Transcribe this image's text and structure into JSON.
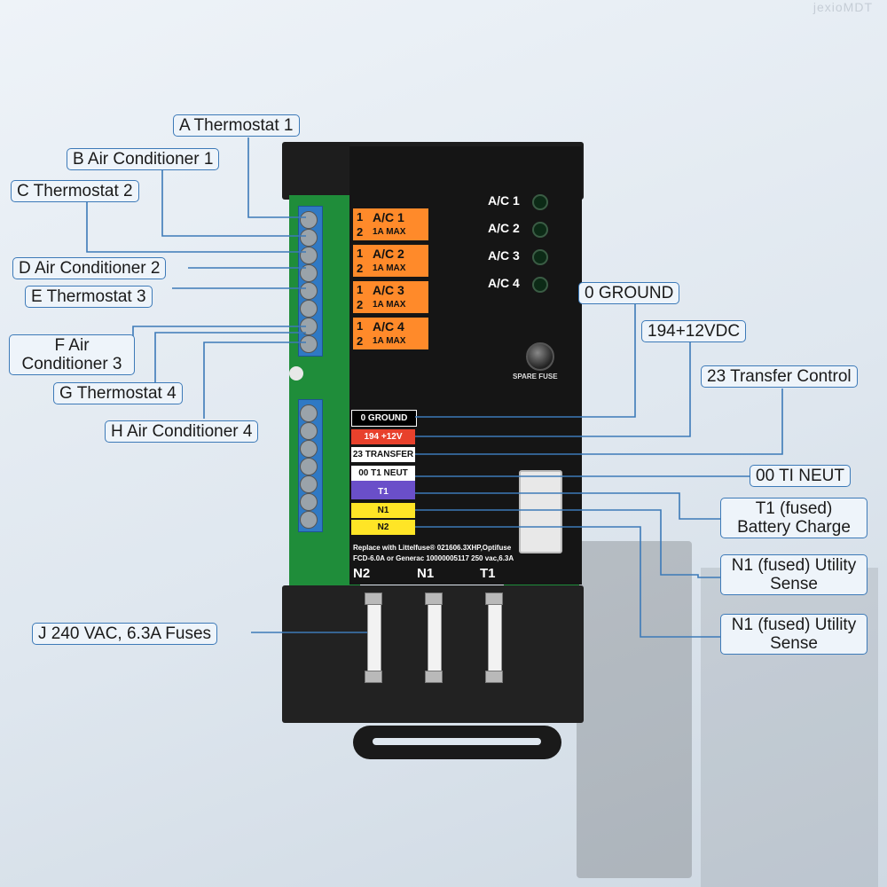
{
  "watermark": "jexioMDT",
  "callouts": {
    "a": "A Thermostat 1",
    "b": "B Air Conditioner 1",
    "c": "C Thermostat 2",
    "d": "D Air Conditioner 2",
    "e": "E Thermostat 3",
    "f": "F Air Conditioner 3",
    "g": "G Thermostat 4",
    "h": "H Air Conditioner 4",
    "j": "J 240 VAC, 6.3A Fuses",
    "ground": "0 GROUND",
    "vdc": "194+12VDC",
    "transfer": "23 Transfer Control",
    "neut": "00 TI NEUT",
    "t1": "T1 (fused) Battery Charge",
    "n1a": "N1 (fused) Utility Sense",
    "n1b": "N1 (fused) Utility Sense"
  },
  "slots": [
    {
      "n1": "1",
      "n2": "2",
      "label": "A/C 1",
      "max": "1A MAX"
    },
    {
      "n1": "1",
      "n2": "2",
      "label": "A/C 2",
      "max": "1A MAX"
    },
    {
      "n1": "1",
      "n2": "2",
      "label": "A/C 3",
      "max": "1A MAX"
    },
    {
      "n1": "1",
      "n2": "2",
      "label": "A/C 4",
      "max": "1A MAX"
    }
  ],
  "leds": [
    "A/C 1",
    "A/C 2",
    "A/C 3",
    "A/C 4"
  ],
  "spare_fuse": "SPARE FUSE",
  "strips": {
    "ground": "0 GROUND",
    "vdc": "194  +12V",
    "transfer": "23 TRANSFER",
    "neut": "00 T1 NEUT",
    "t1": "T1",
    "n1": "N1",
    "n2": "N2"
  },
  "fine_print": {
    "line1": "Replace with Littelfuse® 021606.3XHP,Optifuse",
    "line2": "FCD-6.0A or Generac 10000005117 250 vac,6.3A"
  },
  "bottom_labels": [
    "N2",
    "N1",
    "T1"
  ],
  "colors": {
    "orange": "#ff8a2a",
    "red": "#e8412c",
    "purple": "#6a4fc9",
    "yellow": "#ffe526",
    "callout_border": "#3d7ab8",
    "line": "#3d7ab8"
  }
}
